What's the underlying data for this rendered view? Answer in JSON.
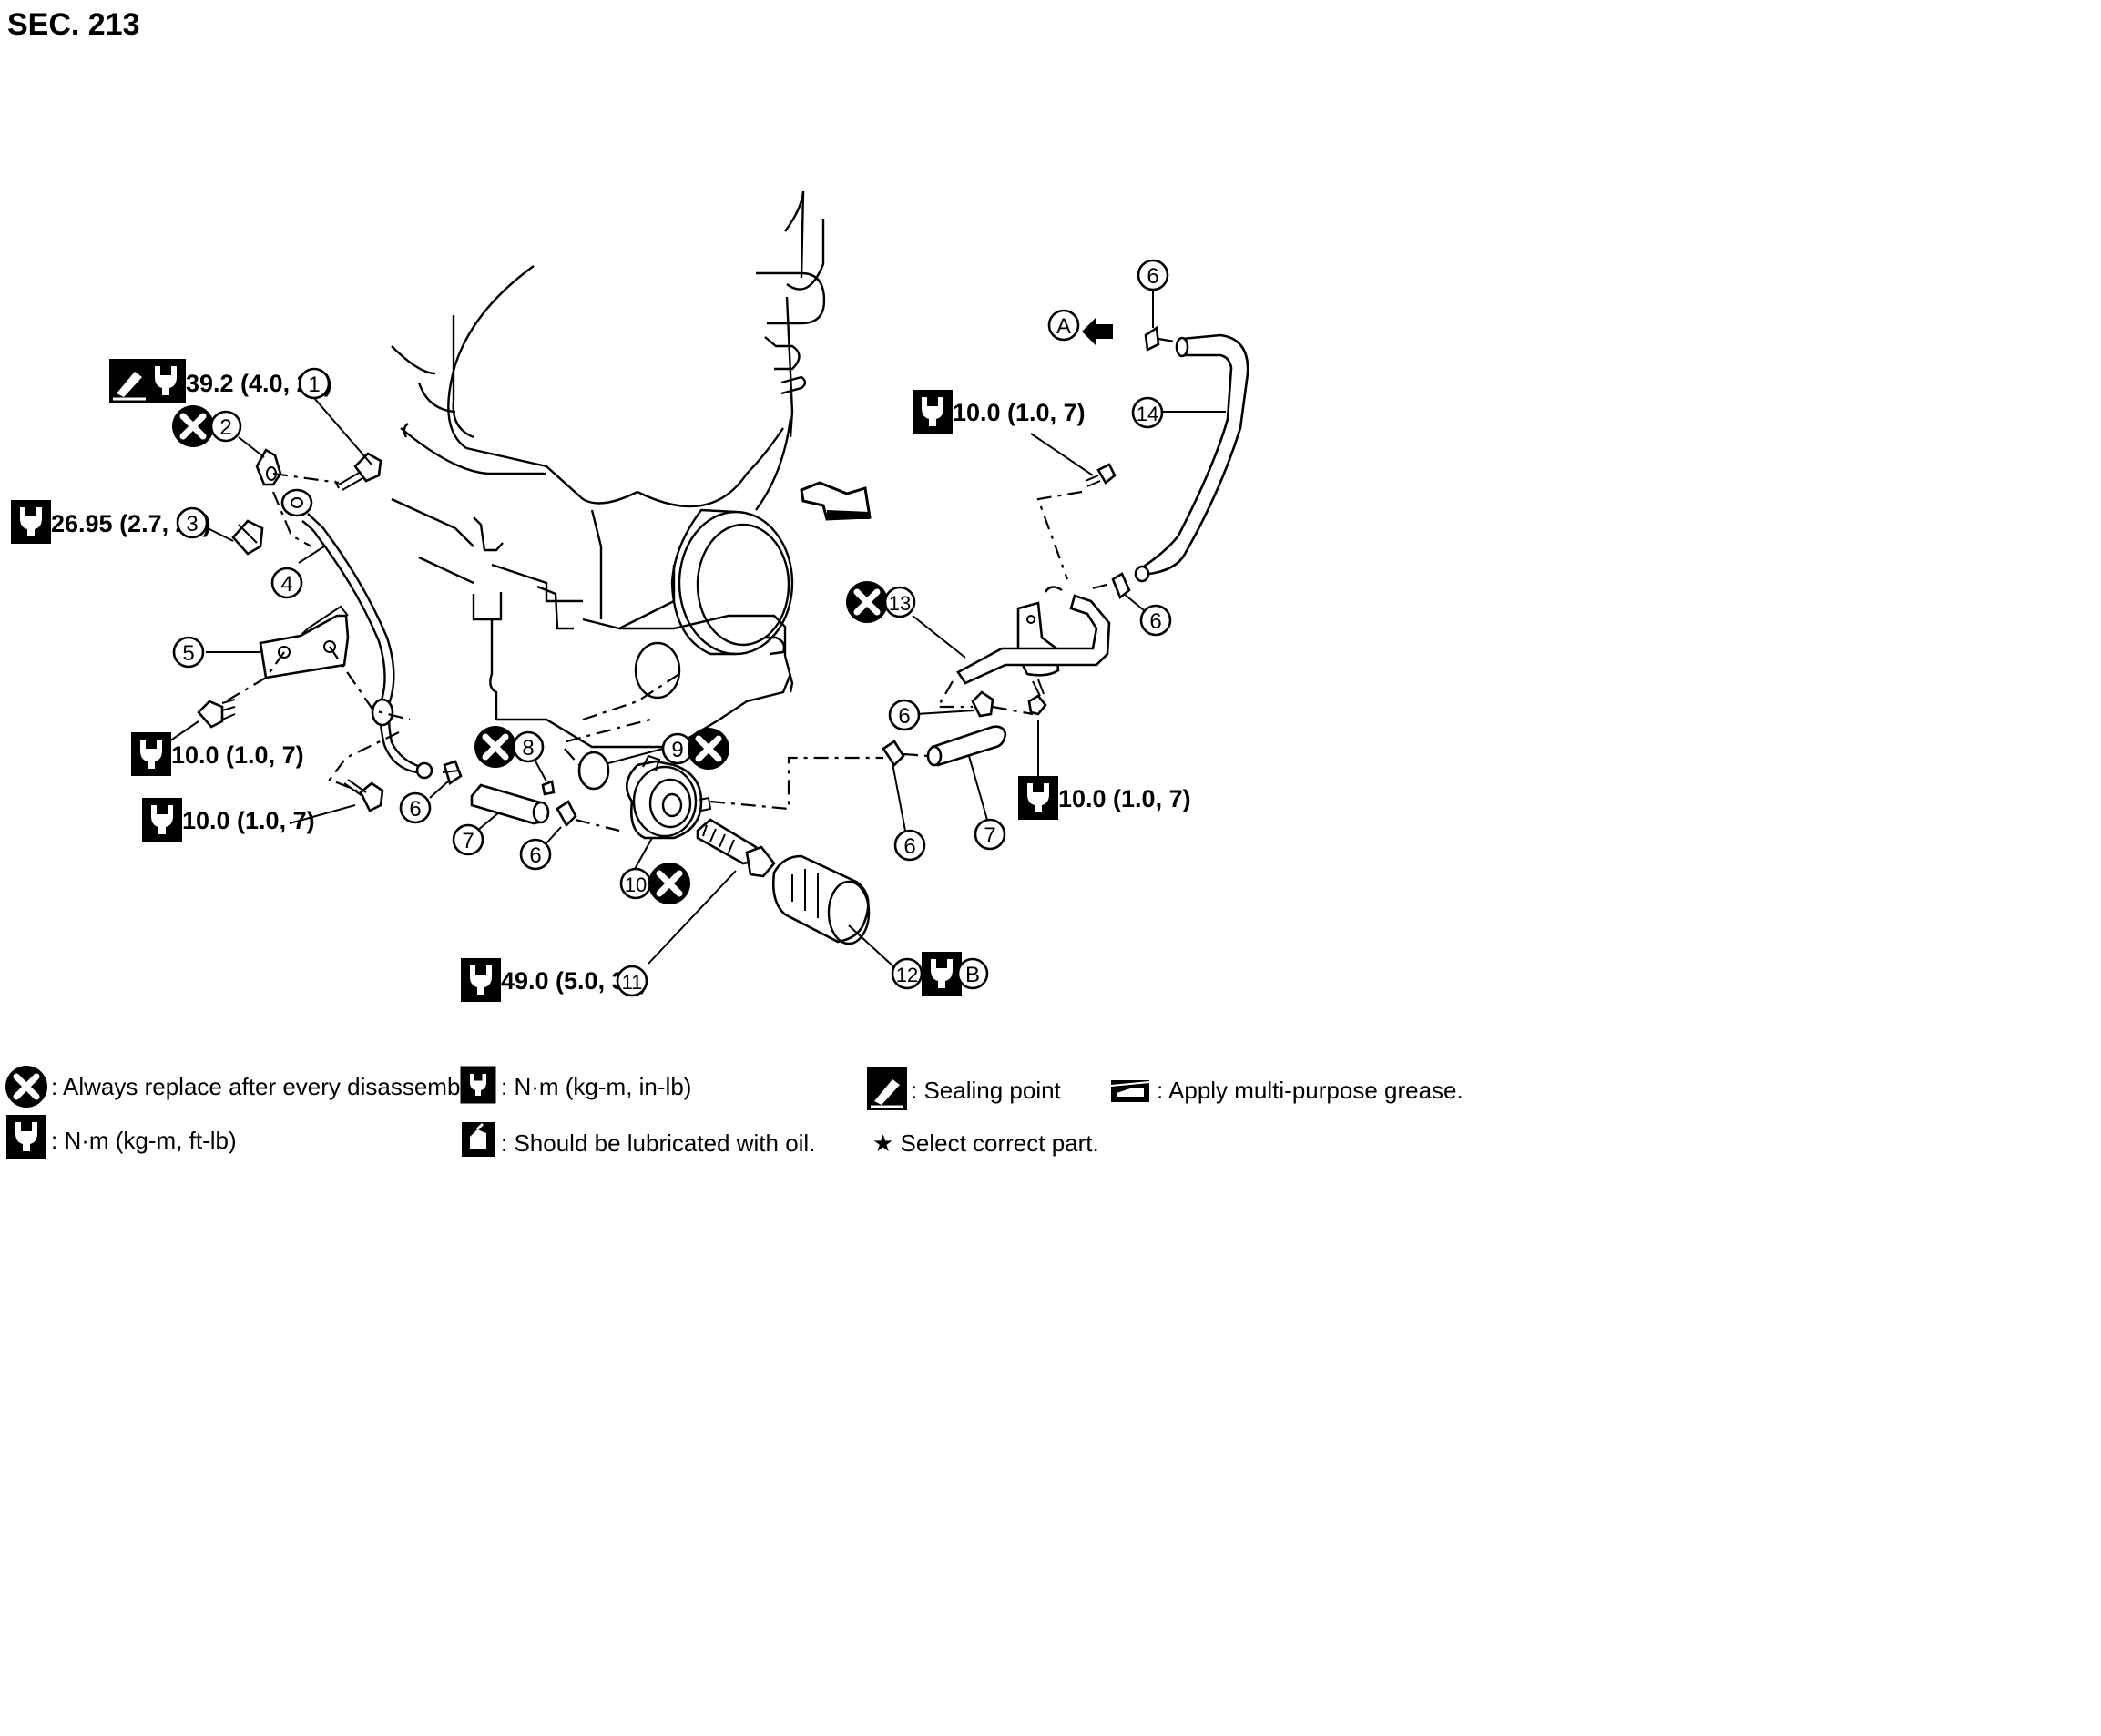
{
  "section": "SEC. 213",
  "callouts": {
    "c1": "1",
    "c2": "2",
    "c3": "3",
    "c4": "4",
    "c5": "5",
    "c6": "6",
    "c7": "7",
    "c8": "8",
    "c9": "9",
    "c10": "10",
    "c11": "11",
    "c12": "12",
    "c13": "13",
    "c14": "14",
    "cA": "A",
    "cB": "B"
  },
  "torques": {
    "t1": "39.2 (4.0, 29)",
    "t3": "26.95 (2.7, 20)",
    "t5_bolt": "10.0 (1.0, 7)",
    "t_lower_bolt": "10.0 (1.0, 7)",
    "t_right_upper": "10.0 (1.0, 7)",
    "t_right_lower": "10.0 (1.0, 7)",
    "t11": "49.0 (5.0, 36)"
  },
  "legend": {
    "replace": ": Always replace after every disassembly.",
    "ft_lb": ": N·m (kg-m, ft-lb)",
    "in_lb": ": N·m (kg-m, in-lb)",
    "oil": ": Should be lubricated with oil.",
    "sealing": ": Sealing point",
    "grease": ": Apply multi-purpose grease.",
    "select": "★ Select correct part."
  },
  "icons": [
    "replace-x-icon",
    "torque-wrench-icon",
    "sealant-icon",
    "oil-can-icon",
    "grease-gun-icon",
    "front-arrow-icon"
  ]
}
